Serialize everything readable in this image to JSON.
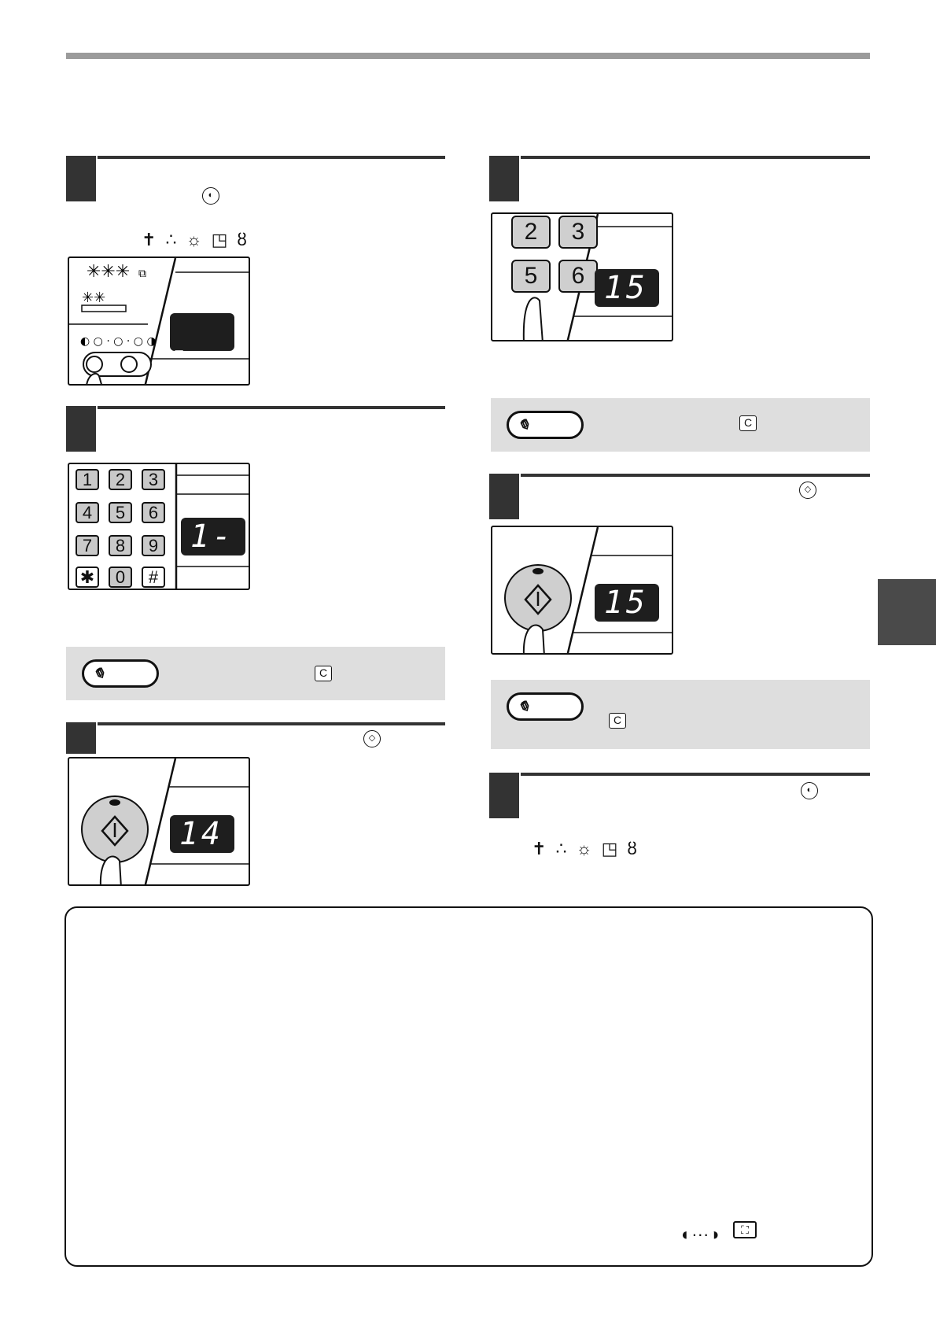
{
  "header": {
    "bar_color": "#9b9b9b"
  },
  "step_key_labels": {
    "left_keypad": [
      "1",
      "2",
      "3",
      "4",
      "5",
      "6",
      "7",
      "8",
      "9",
      "✱",
      "0",
      "#"
    ],
    "right_keypad": [
      "2",
      "3",
      "5",
      "6"
    ]
  },
  "displays": {
    "step1_left": "⁻ -",
    "step2_left": "1-",
    "step3_left": "14",
    "step1_right": "15",
    "step2_right": "15"
  },
  "icons": {
    "clear_key": "C",
    "start_key": "◇",
    "exposure_key": "◐",
    "indicator_glyphs": [
      "person-icon",
      "dots-icon",
      "sun-icon",
      "paper-icon",
      "signal-icon"
    ]
  },
  "colors": {
    "accent_dark": "#333333",
    "note_bg": "#dedede",
    "side_tab": "#4a4a4a"
  }
}
